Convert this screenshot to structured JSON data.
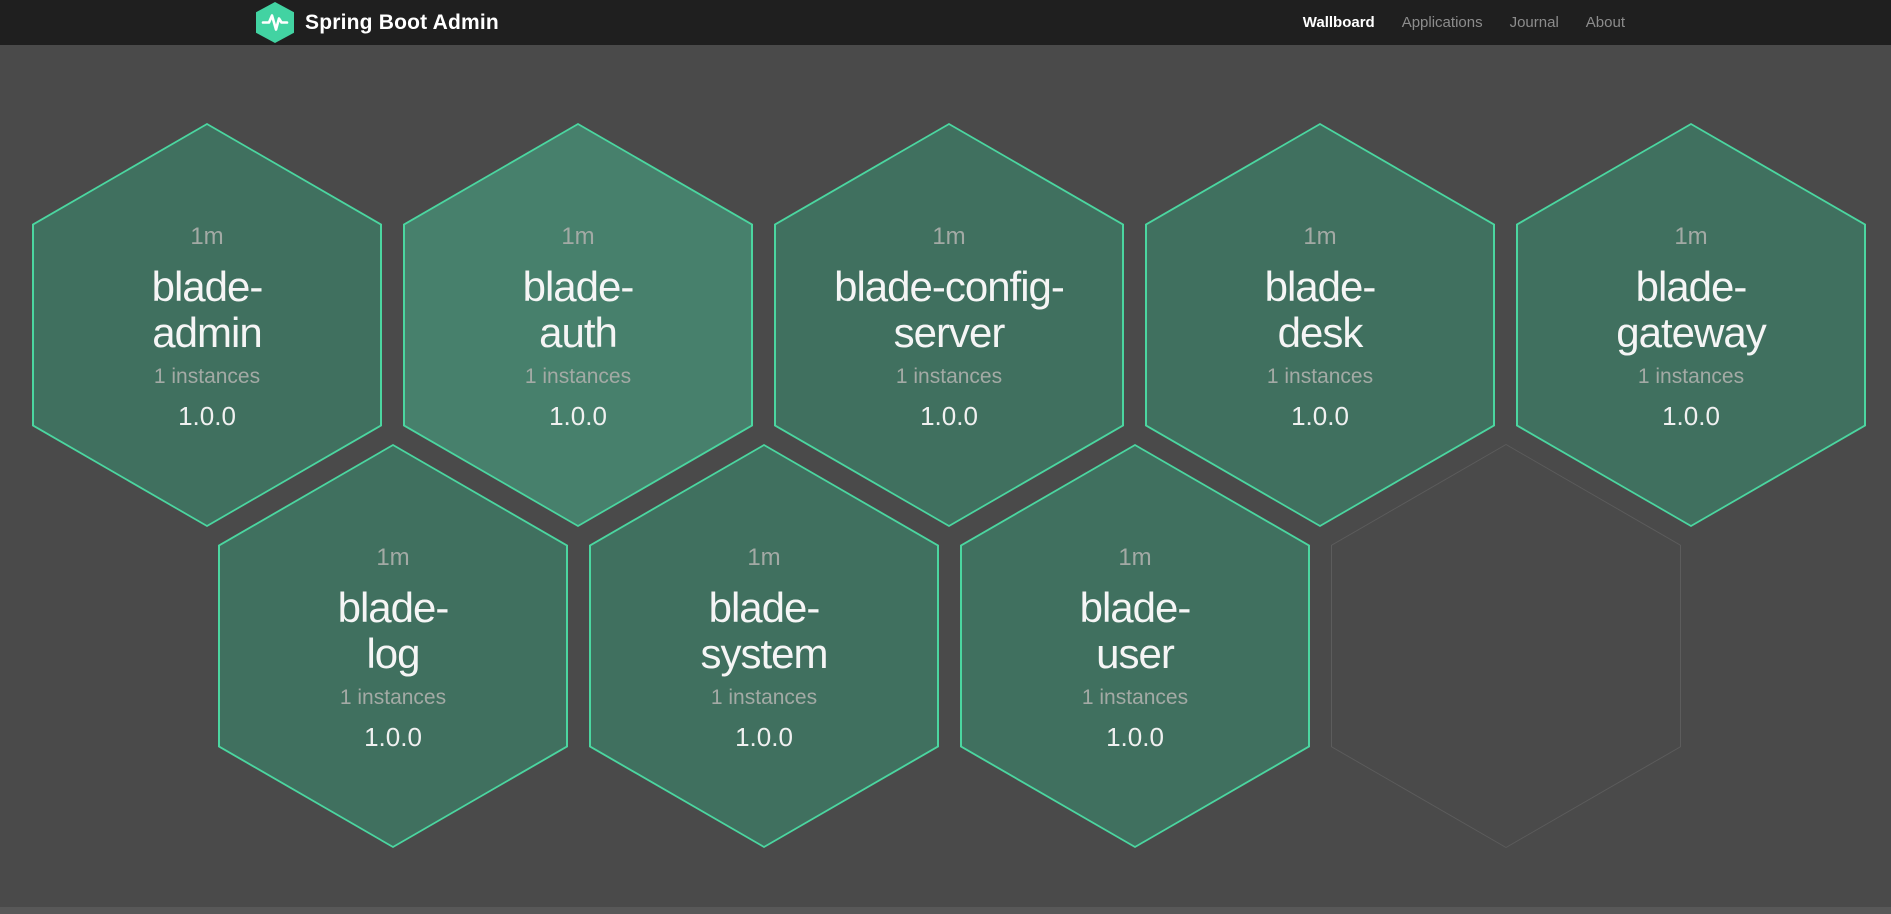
{
  "header": {
    "brand": {
      "title": "Spring Boot Admin",
      "logo_icon": "pulse-hexagon-icon"
    },
    "nav": {
      "items": [
        {
          "label": "Wallboard",
          "active": true
        },
        {
          "label": "Applications",
          "active": false
        },
        {
          "label": "Journal",
          "active": false
        },
        {
          "label": "About",
          "active": false
        }
      ]
    }
  },
  "wallboard": {
    "applications": [
      {
        "name": "blade-admin",
        "name_lines": [
          "blade-",
          "admin"
        ],
        "uptime": "1m",
        "instances": "1 instances",
        "version": "1.0.0",
        "highlighted": false,
        "row": 0,
        "col": 0
      },
      {
        "name": "blade-auth",
        "name_lines": [
          "blade-",
          "auth"
        ],
        "uptime": "1m",
        "instances": "1 instances",
        "version": "1.0.0",
        "highlighted": true,
        "row": 0,
        "col": 1
      },
      {
        "name": "blade-config-server",
        "name_lines": [
          "blade-config-",
          "server"
        ],
        "uptime": "1m",
        "instances": "1 instances",
        "version": "1.0.0",
        "highlighted": false,
        "row": 0,
        "col": 2
      },
      {
        "name": "blade-desk",
        "name_lines": [
          "blade-",
          "desk"
        ],
        "uptime": "1m",
        "instances": "1 instances",
        "version": "1.0.0",
        "highlighted": false,
        "row": 0,
        "col": 3
      },
      {
        "name": "blade-gateway",
        "name_lines": [
          "blade-",
          "gateway"
        ],
        "uptime": "1m",
        "instances": "1 instances",
        "version": "1.0.0",
        "highlighted": false,
        "row": 0,
        "col": 4
      },
      {
        "name": "blade-log",
        "name_lines": [
          "blade-",
          "log"
        ],
        "uptime": "1m",
        "instances": "1 instances",
        "version": "1.0.0",
        "highlighted": false,
        "row": 1,
        "col": 0
      },
      {
        "name": "blade-system",
        "name_lines": [
          "blade-",
          "system"
        ],
        "uptime": "1m",
        "instances": "1 instances",
        "version": "1.0.0",
        "highlighted": false,
        "row": 1,
        "col": 1
      },
      {
        "name": "blade-user",
        "name_lines": [
          "blade-",
          "user"
        ],
        "uptime": "1m",
        "instances": "1 instances",
        "version": "1.0.0",
        "highlighted": false,
        "row": 1,
        "col": 2
      }
    ],
    "empty_slots": [
      {
        "row": 1,
        "col": 3
      }
    ]
  },
  "colors": {
    "header_bg": "#1f1f1f",
    "page_bg": "#4a4a4a",
    "hexagon_fill": "#40705f",
    "hexagon_fill_highlight": "#47806c",
    "hexagon_border": "#4bd6a0",
    "empty_slot_outline": "#5c5c5c",
    "brand_green": "#42d3a2",
    "text_primary": "#f5f5f5",
    "text_muted": "#a3aaa5",
    "nav_active": "#ffffff",
    "nav_inactive": "#8c8c8c"
  }
}
